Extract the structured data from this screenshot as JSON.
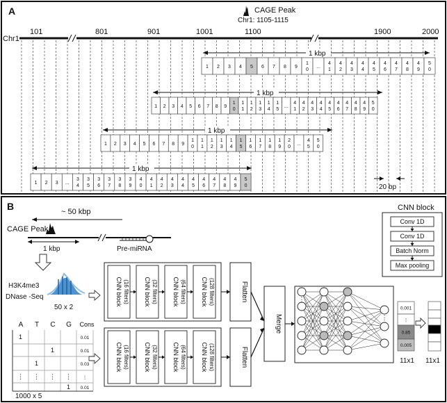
{
  "panelA": {
    "label": "A",
    "cage_peak": "CAGE Peak",
    "cage_coords": "Chr1: 1105-1115",
    "chr_label": "Chr1",
    "positions": [
      "101",
      "801",
      "901",
      "1001",
      "1100",
      "1900",
      "2000"
    ],
    "span_label": "1 kbp",
    "bp_label": "20 bp",
    "rows": [
      {
        "cells": [
          "1",
          "2",
          "3",
          "4",
          "5",
          "6",
          "7",
          "8",
          "9",
          "1\n0",
          "...",
          "4\n1",
          "4\n2",
          "4\n3",
          "4\n4",
          "4\n5",
          "4\n6",
          "4\n7",
          "4\n8",
          "4\n9",
          "5\n0"
        ],
        "shaded": 4
      },
      {
        "cells": [
          "1",
          "2",
          "3",
          "4",
          "5",
          "6",
          "7",
          "8",
          "9",
          "1\n0",
          "1\n1",
          "1\n2",
          "1\n3",
          "1\n4",
          "1\n5",
          "...",
          "4\n1",
          "4\n2",
          "4\n3",
          "4\n4",
          "4\n5",
          "4\n6",
          "4\n7",
          "4\n8",
          "4\n9",
          "5\n0"
        ],
        "shaded": 9
      },
      {
        "cells": [
          "1",
          "2",
          "3",
          "4",
          "5",
          "6",
          "7",
          "8",
          "9",
          "1\n0",
          "1\n1",
          "1\n2",
          "1\n3",
          "1\n4",
          "1\n5",
          "1\n6",
          "1\n7",
          "1\n8",
          "1\n9",
          "2\n0",
          "...",
          "4\n5",
          "5\n0"
        ],
        "shaded": 14
      },
      {
        "cells": [
          "1",
          "2",
          "3",
          "...",
          "3\n4",
          "3\n5",
          "3\n6",
          "3\n7",
          "3\n8",
          "3\n9",
          "4\n0",
          "4\n1",
          "4\n2",
          "4\n3",
          "4\n4",
          "4\n5",
          "4\n6",
          "4\n7",
          "4\n8",
          "4\n9",
          "5\n0"
        ],
        "shaded": 20
      }
    ]
  },
  "panelB": {
    "label": "B",
    "span50": "~ 50 kbp",
    "cage_peak": "CAGE Peak",
    "span1": "1 kbp",
    "premirna": "Pre-miRNA",
    "h3k4me3": "H3K4me3",
    "dnase": "DNase -Seq",
    "dim_top": "50 x 2",
    "matrix_headers": [
      "A",
      "T",
      "C",
      "G",
      "Cons"
    ],
    "matrix_rows": [
      [
        "1",
        "",
        "",
        "",
        "0.01"
      ],
      [
        "",
        "",
        "1",
        "",
        "0.01"
      ],
      [
        "",
        "1",
        "",
        "",
        "0.03"
      ],
      [
        "⋮",
        "⋮",
        "⋮",
        "⋮",
        "⋮"
      ],
      [
        "",
        "",
        "",
        "1",
        "0.01"
      ]
    ],
    "dim_bottom": "1000 x 5",
    "cnn_blocks": [
      {
        "name": "CNN block",
        "filters": "(16 filters)"
      },
      {
        "name": "CNN block",
        "filters": "(32 filters)"
      },
      {
        "name": "CNN block",
        "filters": "(64 filters)"
      },
      {
        "name": "CNN block",
        "filters": "(128 filters)"
      }
    ],
    "flatten": "Flatten",
    "merge": "Merge",
    "output_values": [
      "0.001",
      "⋮",
      "0.85",
      "0.005"
    ],
    "out_dim": "11x1",
    "cnn_legend_title": "CNN block",
    "cnn_legend_items": [
      "Conv 1D",
      "Conv 1D",
      "Batch Norm",
      "Max pooling"
    ]
  }
}
